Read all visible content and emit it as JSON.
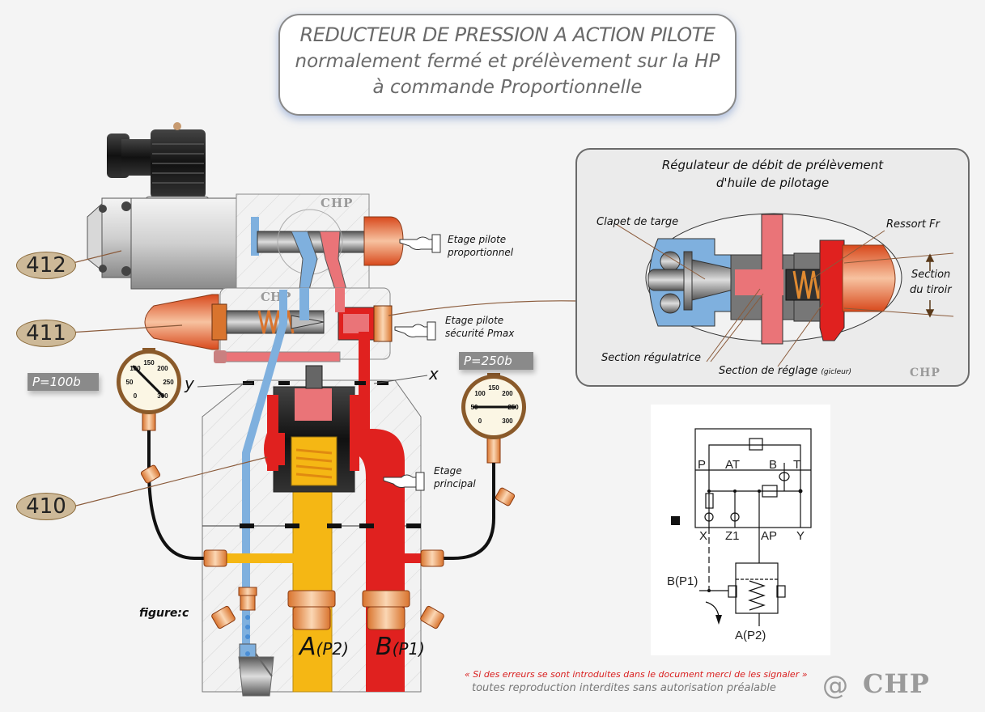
{
  "title": {
    "line1": "REDUCTEUR DE PRESSION A ACTION PILOTE",
    "line2": "normalement fermé et prélèvement sur la HP",
    "line3": "à commande Proportionnelle"
  },
  "badges": [
    {
      "id": "412",
      "label": "412"
    },
    {
      "id": "411",
      "label": "411"
    },
    {
      "id": "410",
      "label": "410"
    }
  ],
  "callouts": {
    "pilot_proportional": [
      "Etage pilote",
      "proportionnel"
    ],
    "pilot_safety": [
      "Etage pilote",
      "sécurité Pmax"
    ],
    "main_stage": [
      "Etage",
      "principal"
    ]
  },
  "ports": {
    "y": "y",
    "x": "x",
    "a": "A",
    "a_sub": "(P2)",
    "b": "B",
    "b_sub": "(P1)"
  },
  "gauges": {
    "left": {
      "tag": "P=100b",
      "value_bar": 100,
      "ticks": [
        "0",
        "50",
        "100",
        "150",
        "200",
        "250",
        "300"
      ]
    },
    "right": {
      "tag": "P=250b",
      "value_bar": 250,
      "ticks": [
        "0",
        "50",
        "100",
        "150",
        "200",
        "250",
        "300"
      ]
    }
  },
  "figure_label": "figure:c",
  "brand": "CHP",
  "inset": {
    "title_line1": "Régulateur de débit de prélèvement",
    "title_line2": "d'huile de pilotage",
    "labels": {
      "clapet": "Clapet de targe",
      "ressort": "Ressort Fr",
      "section_tiroir_1": "Section",
      "section_tiroir_2": "du tiroir",
      "section_regulatrice": "Section régulatrice",
      "section_reglage": "Section de réglage",
      "section_reglage_note": "(gicleur)"
    },
    "brand": "CHP"
  },
  "schematic": {
    "top_ports": [
      "P",
      "AT",
      "B",
      "T"
    ],
    "bottom_ports": [
      "X",
      "Z1",
      "AP",
      "Y"
    ],
    "inlet": "B(P1)",
    "outlet": "A(P2)"
  },
  "footer": {
    "warning": "« Si des erreurs se sont introduites dans le document merci de les signaler »",
    "copyright": "toutes reproduction interdites sans autorisation préalable",
    "at": "@",
    "brand": "CHP"
  },
  "colors": {
    "hp_red": "#e0211f",
    "pilot_pink": "#ea7478",
    "tank_blue": "#7fb0de",
    "bp_yellow": "#f5b714",
    "solenoid_orange": "#e8602c",
    "badge_tan": "#cdb998"
  }
}
